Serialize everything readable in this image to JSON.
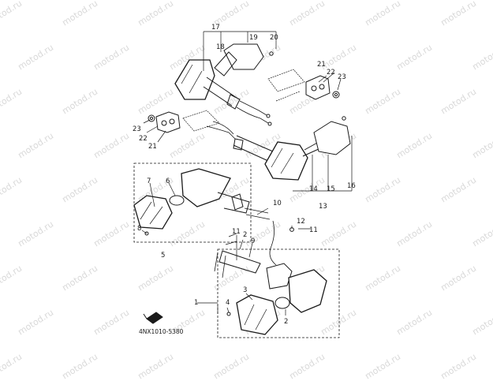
{
  "watermark": {
    "text": "motod.ru"
  },
  "diagram": {
    "part_code": "4NX1010-5380",
    "callouts": [
      {
        "id": "c17",
        "label": "17"
      },
      {
        "id": "c18",
        "label": "18"
      },
      {
        "id": "c19",
        "label": "19"
      },
      {
        "id": "c20",
        "label": "20"
      },
      {
        "id": "c21a",
        "label": "21"
      },
      {
        "id": "c22a",
        "label": "22"
      },
      {
        "id": "c23a",
        "label": "23"
      },
      {
        "id": "c23b",
        "label": "23"
      },
      {
        "id": "c22b",
        "label": "22"
      },
      {
        "id": "c21b",
        "label": "21"
      },
      {
        "id": "c14",
        "label": "14"
      },
      {
        "id": "c15",
        "label": "15"
      },
      {
        "id": "c16",
        "label": "16"
      },
      {
        "id": "c13",
        "label": "13"
      },
      {
        "id": "c7",
        "label": "7"
      },
      {
        "id": "c6",
        "label": "6"
      },
      {
        "id": "c10",
        "label": "10"
      },
      {
        "id": "c8",
        "label": "8"
      },
      {
        "id": "c5",
        "label": "5"
      },
      {
        "id": "c12",
        "label": "12"
      },
      {
        "id": "c11a",
        "label": "11"
      },
      {
        "id": "c11b",
        "label": "11"
      },
      {
        "id": "c2a",
        "label": "2"
      },
      {
        "id": "c9",
        "label": "9"
      },
      {
        "id": "c3",
        "label": "3"
      },
      {
        "id": "c4",
        "label": "4"
      },
      {
        "id": "c1",
        "label": "1"
      },
      {
        "id": "c2b",
        "label": "2"
      }
    ]
  }
}
